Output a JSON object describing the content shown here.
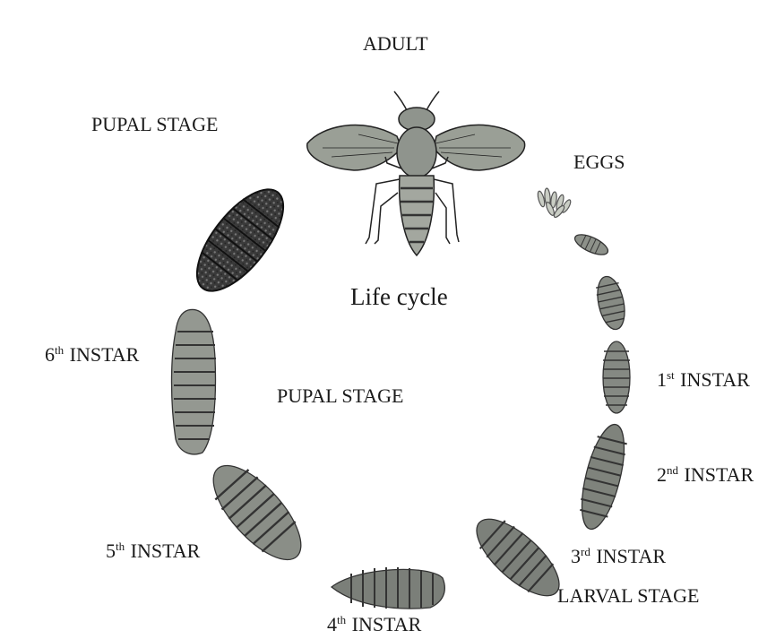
{
  "diagram": {
    "center_label": "Life cycle",
    "stages": {
      "adult": "ADULT",
      "eggs": "EGGS",
      "pupal_top": "PUPAL STAGE",
      "pupal_inner": "PUPAL STAGE",
      "larval": "LARVAL STAGE"
    },
    "instars": [
      {
        "num": "1",
        "sup": "st",
        "word": "INSTAR"
      },
      {
        "num": "2",
        "sup": "nd",
        "word": "INSTAR"
      },
      {
        "num": "3",
        "sup": "rd",
        "word": "INSTAR"
      },
      {
        "num": "4",
        "sup": "th",
        "word": "INSTAR"
      },
      {
        "num": "5",
        "sup": "th",
        "word": "INSTAR"
      },
      {
        "num": "6",
        "sup": "th",
        "word": "INSTAR"
      }
    ]
  }
}
